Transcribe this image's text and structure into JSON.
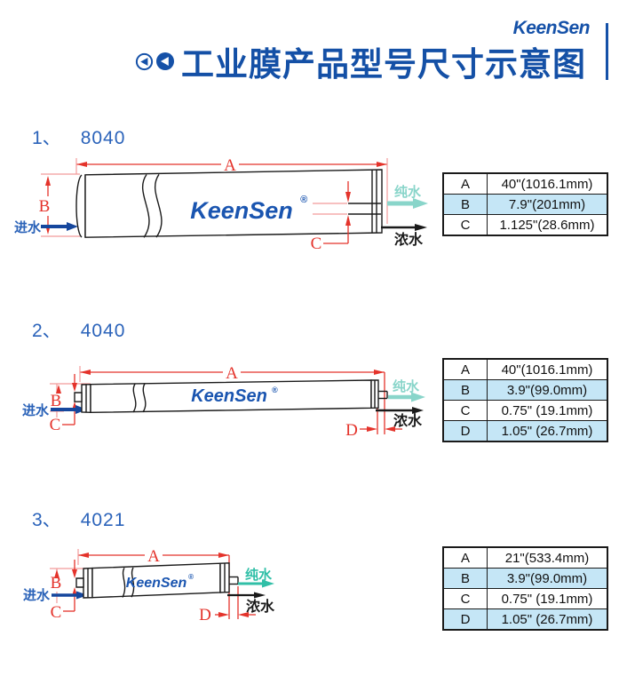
{
  "header": {
    "brand": "KeenSen",
    "title": "工业膜产品型号尺寸示意图"
  },
  "brand": {
    "name": "KeenSen",
    "registered": "®"
  },
  "flow_labels": {
    "feed": "进水",
    "permeate": "纯水",
    "concentrate": "浓水"
  },
  "dim_letters": {
    "a": "A",
    "b": "B",
    "c": "C",
    "d": "D"
  },
  "colors": {
    "brand_blue": "#1551A8",
    "section_blue": "#2B63BA",
    "dimension_red": "#E4332B",
    "extension_pink": "#F29B9B",
    "feed_arrow_blue": "#16479D",
    "feed_text_blue": "#2A62B8",
    "permeate_teal_light": "#89D5CA",
    "permeate_teal_deep": "#30BFA7",
    "line_ink": "#1A1A1A",
    "table_row_highlight": "#C5E6F6"
  },
  "sections": [
    {
      "index": "1、",
      "model": "8040",
      "table": {
        "rows": [
          {
            "key": "A",
            "value": "40\"(1016.1mm)",
            "highlight": false
          },
          {
            "key": "B",
            "value": "7.9\"(201mm)",
            "highlight": true
          },
          {
            "key": "C",
            "value": "1.125\"(28.6mm)",
            "highlight": false
          }
        ]
      }
    },
    {
      "index": "2、",
      "model": "4040",
      "table": {
        "rows": [
          {
            "key": "A",
            "value": "40\"(1016.1mm)",
            "highlight": false
          },
          {
            "key": "B",
            "value": "3.9\"(99.0mm)",
            "highlight": true
          },
          {
            "key": "C",
            "value": "0.75\" (19.1mm)",
            "highlight": false
          },
          {
            "key": "D",
            "value": "1.05\" (26.7mm)",
            "highlight": true
          }
        ]
      }
    },
    {
      "index": "3、",
      "model": "4021",
      "table": {
        "rows": [
          {
            "key": "A",
            "value": "21\"(533.4mm)",
            "highlight": false
          },
          {
            "key": "B",
            "value": "3.9\"(99.0mm)",
            "highlight": true
          },
          {
            "key": "C",
            "value": "0.75\" (19.1mm)",
            "highlight": false
          },
          {
            "key": "D",
            "value": "1.05\" (26.7mm)",
            "highlight": true
          }
        ]
      }
    }
  ]
}
